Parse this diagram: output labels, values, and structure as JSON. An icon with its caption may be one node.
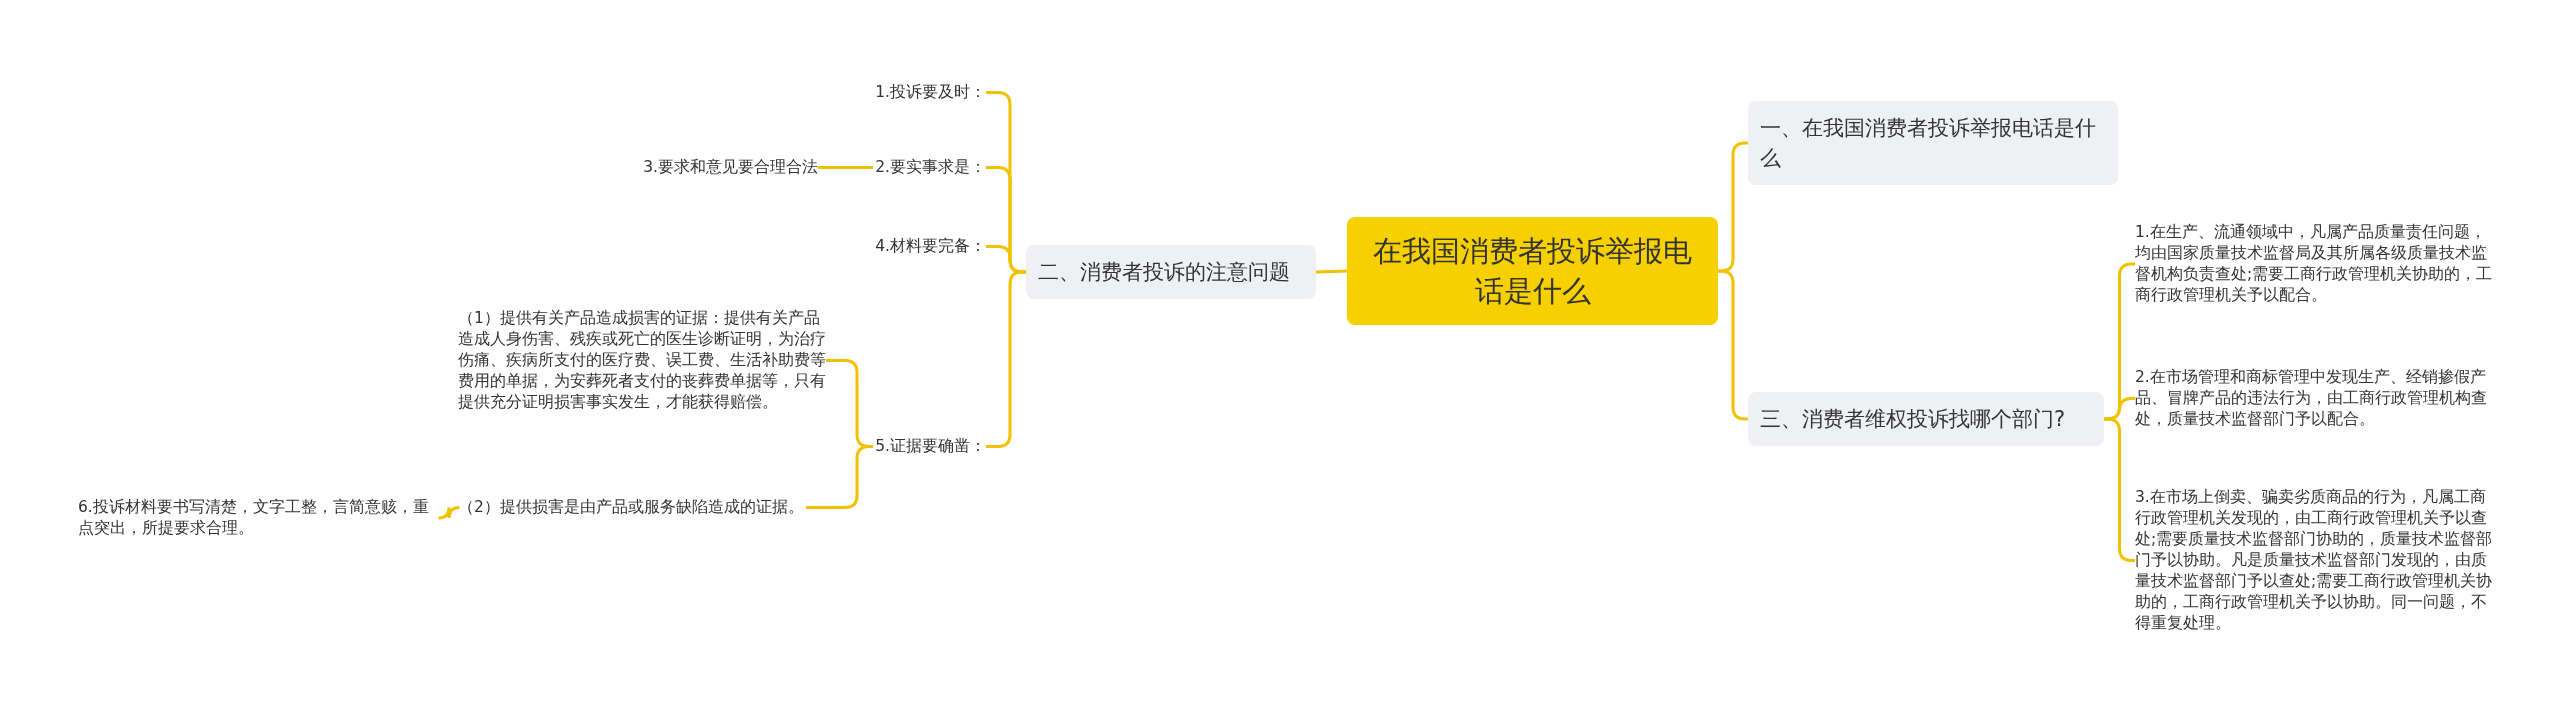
{
  "diagram": {
    "nodes": [
      {
        "text": [
          "在我国消费者投诉举报电话是什么"
        ]
      },
      {
        "text": [
          "一、在我国消费者投诉举报电话是什么"
        ]
      },
      {
        "text": [
          "三、消费者维权投诉找哪个部门?"
        ]
      },
      {
        "text": [
          "1.在生产、流通领域中，凡属产品质量责任问题，均由国家质量技术监督局及其所属各级质量技术监督机构负责查处;需要工商行政管理机关协助的，工商行政管理机关予以配合。"
        ]
      },
      {
        "text": [
          "2.在市场管理和商标管理中发现生产、经销掺假产品、冒牌产品的违法行为，由工商行政管理机构查处，质量技术监督部门予以配合。"
        ]
      },
      {
        "text": [
          "3.在市场上倒卖、骗卖劣质商品的行为，凡属工商行政管理机关发现的，由工商行政管理机关予以查处;需要质量技术监督部门协助的，质量技术监督部门予以协助。凡是质量技术监督部门发现的，由质量技术监督部门予以查处;需要工商行政管理机关协助的，工商行政管理机关予以协助。同一问题，不得重复处理。"
        ]
      },
      {
        "text": [
          "二、消费者投诉的注意问题"
        ]
      },
      {
        "text": [
          "1.投诉要及时："
        ]
      },
      {
        "text": [
          "2.要实事求是："
        ]
      },
      {
        "text": [
          "3.要求和意见要合理合法"
        ]
      },
      {
        "text": [
          "4.材料要完备："
        ]
      },
      {
        "text": [
          "5.证据要确凿："
        ]
      },
      {
        "text": [
          "（1）提供有关产品造成损害的证据：提供有关产品造成人身伤害、残疾或死亡的医生诊断证明，为治疗伤痛、疾病所支付的医疗费、误工费、生活补助费等费用的单据，为安葬死者支付的丧葬费单据等，只有提供充分证明损害事实发生，才能获得赔偿。"
        ]
      },
      {
        "text": [
          "（2）提供损害是由产品或服务缺陷造成的证据。"
        ]
      },
      {
        "text": [
          "6.投诉材料要书写清楚，文字工整，言简意赅，重点突出，所提要求合理。"
        ]
      }
    ],
    "edges": [
      {
        "from": 0,
        "to": 1,
        "arrow": "none"
      },
      {
        "from": 0,
        "to": 2,
        "arrow": "none"
      },
      {
        "from": 2,
        "to": 3,
        "arrow": "none"
      },
      {
        "from": 2,
        "to": 4,
        "arrow": "none"
      },
      {
        "from": 2,
        "to": 5,
        "arrow": "none"
      },
      {
        "from": 0,
        "to": 6,
        "arrow": "none"
      },
      {
        "from": 6,
        "to": 7,
        "arrow": "none"
      },
      {
        "from": 6,
        "to": 8,
        "arrow": "none"
      },
      {
        "from": 8,
        "to": 9,
        "arrow": "none"
      },
      {
        "from": 6,
        "to": 10,
        "arrow": "none"
      },
      {
        "from": 6,
        "to": 11,
        "arrow": "none"
      },
      {
        "from": 11,
        "to": 12,
        "arrow": "none"
      },
      {
        "from": 11,
        "to": 13,
        "arrow": "none"
      },
      {
        "from": 13,
        "to": 14,
        "arrow": "none"
      }
    ]
  }
}
